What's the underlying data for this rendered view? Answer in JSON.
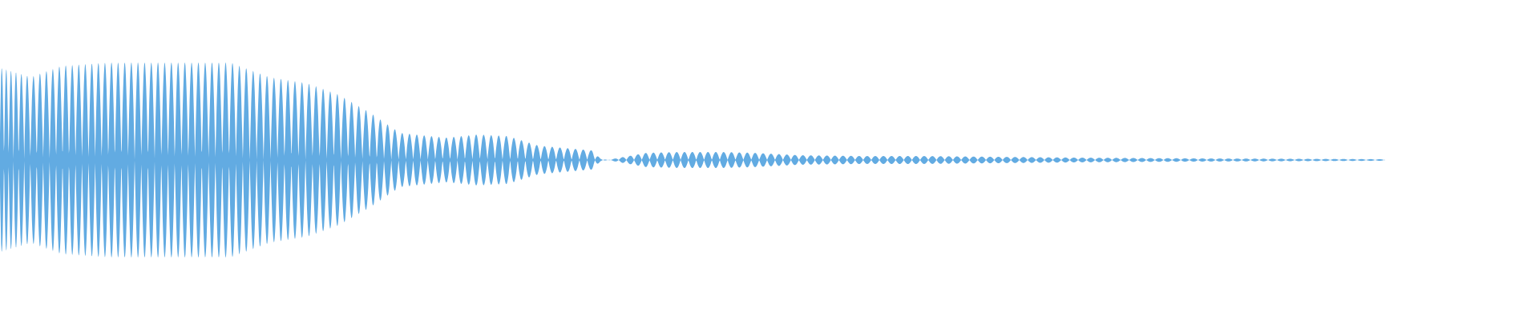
{
  "waveform": {
    "color": "#62ABE2",
    "background": "#ffffff",
    "envelope_profile": [
      {
        "t": 0.0,
        "amp": 0.58
      },
      {
        "t": 0.02,
        "amp": 0.52
      },
      {
        "t": 0.04,
        "amp": 0.59
      },
      {
        "t": 0.07,
        "amp": 0.61
      },
      {
        "t": 0.1,
        "amp": 0.61
      },
      {
        "t": 0.13,
        "amp": 0.61
      },
      {
        "t": 0.15,
        "amp": 0.61
      },
      {
        "t": 0.175,
        "amp": 0.52
      },
      {
        "t": 0.2,
        "amp": 0.48
      },
      {
        "t": 0.22,
        "amp": 0.41
      },
      {
        "t": 0.24,
        "amp": 0.3
      },
      {
        "t": 0.26,
        "amp": 0.17
      },
      {
        "t": 0.29,
        "amp": 0.14
      },
      {
        "t": 0.31,
        "amp": 0.16
      },
      {
        "t": 0.33,
        "amp": 0.15
      },
      {
        "t": 0.35,
        "amp": 0.09
      },
      {
        "t": 0.385,
        "amp": 0.06
      },
      {
        "t": 0.39,
        "amp": 0.01
      },
      {
        "t": 0.395,
        "amp": 0.0
      },
      {
        "t": 0.4,
        "amp": 0.01
      },
      {
        "t": 0.42,
        "amp": 0.045
      },
      {
        "t": 0.44,
        "amp": 0.05
      },
      {
        "t": 0.47,
        "amp": 0.05
      },
      {
        "t": 0.49,
        "amp": 0.045
      },
      {
        "t": 0.52,
        "amp": 0.03
      },
      {
        "t": 0.56,
        "amp": 0.025
      },
      {
        "t": 0.6,
        "amp": 0.025
      },
      {
        "t": 0.65,
        "amp": 0.02
      },
      {
        "t": 0.7,
        "amp": 0.015
      },
      {
        "t": 0.78,
        "amp": 0.01
      },
      {
        "t": 0.86,
        "amp": 0.007
      },
      {
        "t": 0.9,
        "amp": 0.005
      }
    ]
  }
}
